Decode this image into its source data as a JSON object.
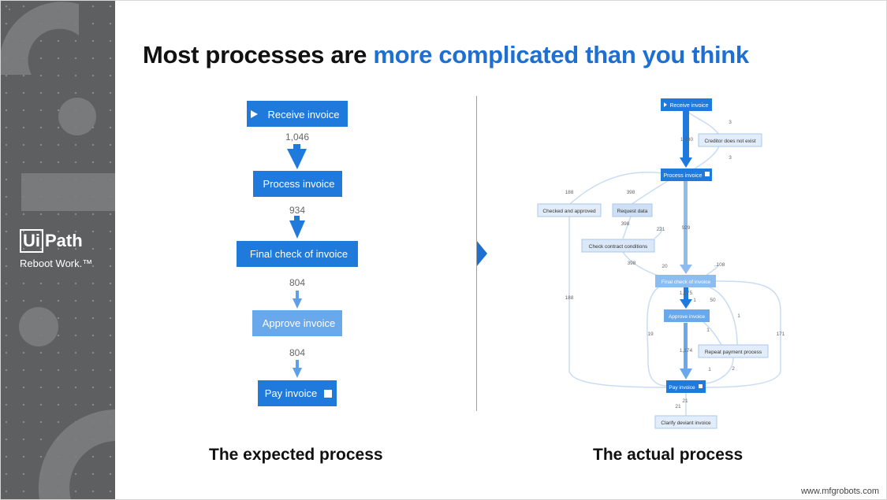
{
  "slide": {
    "title_prefix": "Most processes are",
    "title_accent": "more complicated than you think",
    "left_caption": "The expected process",
    "right_caption": "The actual process",
    "watermark": "www.mfgrobots.com"
  },
  "branding": {
    "logo_ui": "Ui",
    "logo_path": "Path",
    "tagline": "Reboot Work.™"
  },
  "expected_process": {
    "steps": [
      "Receive invoice",
      "Process invoice",
      "Final check of invoice",
      "Approve invoice",
      "Pay invoice"
    ],
    "flow_counts": [
      "1,046",
      "934",
      "804",
      "804"
    ]
  },
  "actual_process": {
    "nodes": {
      "receive": "Receive invoice",
      "creditor": "Creditor does not exist",
      "process": "Process invoice",
      "checked_approved": "Checked and approved",
      "request_data": "Request data",
      "check_contract": "Check contract conditions",
      "final_check": "Final check of invoice",
      "approve": "Approve invoice",
      "repeat_payment": "Repeat payment process",
      "pay": "Pay invoice",
      "clarify": "Clarify deviant invoice"
    },
    "counts": {
      "receive_process": "1,880",
      "to_creditor": "3",
      "creditor_back": "3",
      "to_checked": "188",
      "to_request": "398",
      "process_final": "929",
      "request_contract": "398",
      "contract_loop": "221",
      "contract_final": "398",
      "contract_final_2": "20",
      "final_loop": "108",
      "checked_pay": "188",
      "final_approve": "1,175",
      "final_approve_small": "1",
      "final_repeat": "50",
      "final_repeat_small": "1",
      "final_pay_left": "19",
      "final_pay_right": "171",
      "approve_pay": "1,174",
      "approve_repeat": "1",
      "repeat_pay_1": "1",
      "repeat_pay_2": "2",
      "pay_clarify": "21",
      "pay_clarify_2": "21"
    }
  },
  "colors": {
    "accent": "#1e6fd2",
    "node_dark": "#1f7adb",
    "node_light": "#6aa8ec",
    "node_pale": "#dbe8f7",
    "sidebar": "#5d5f61"
  }
}
